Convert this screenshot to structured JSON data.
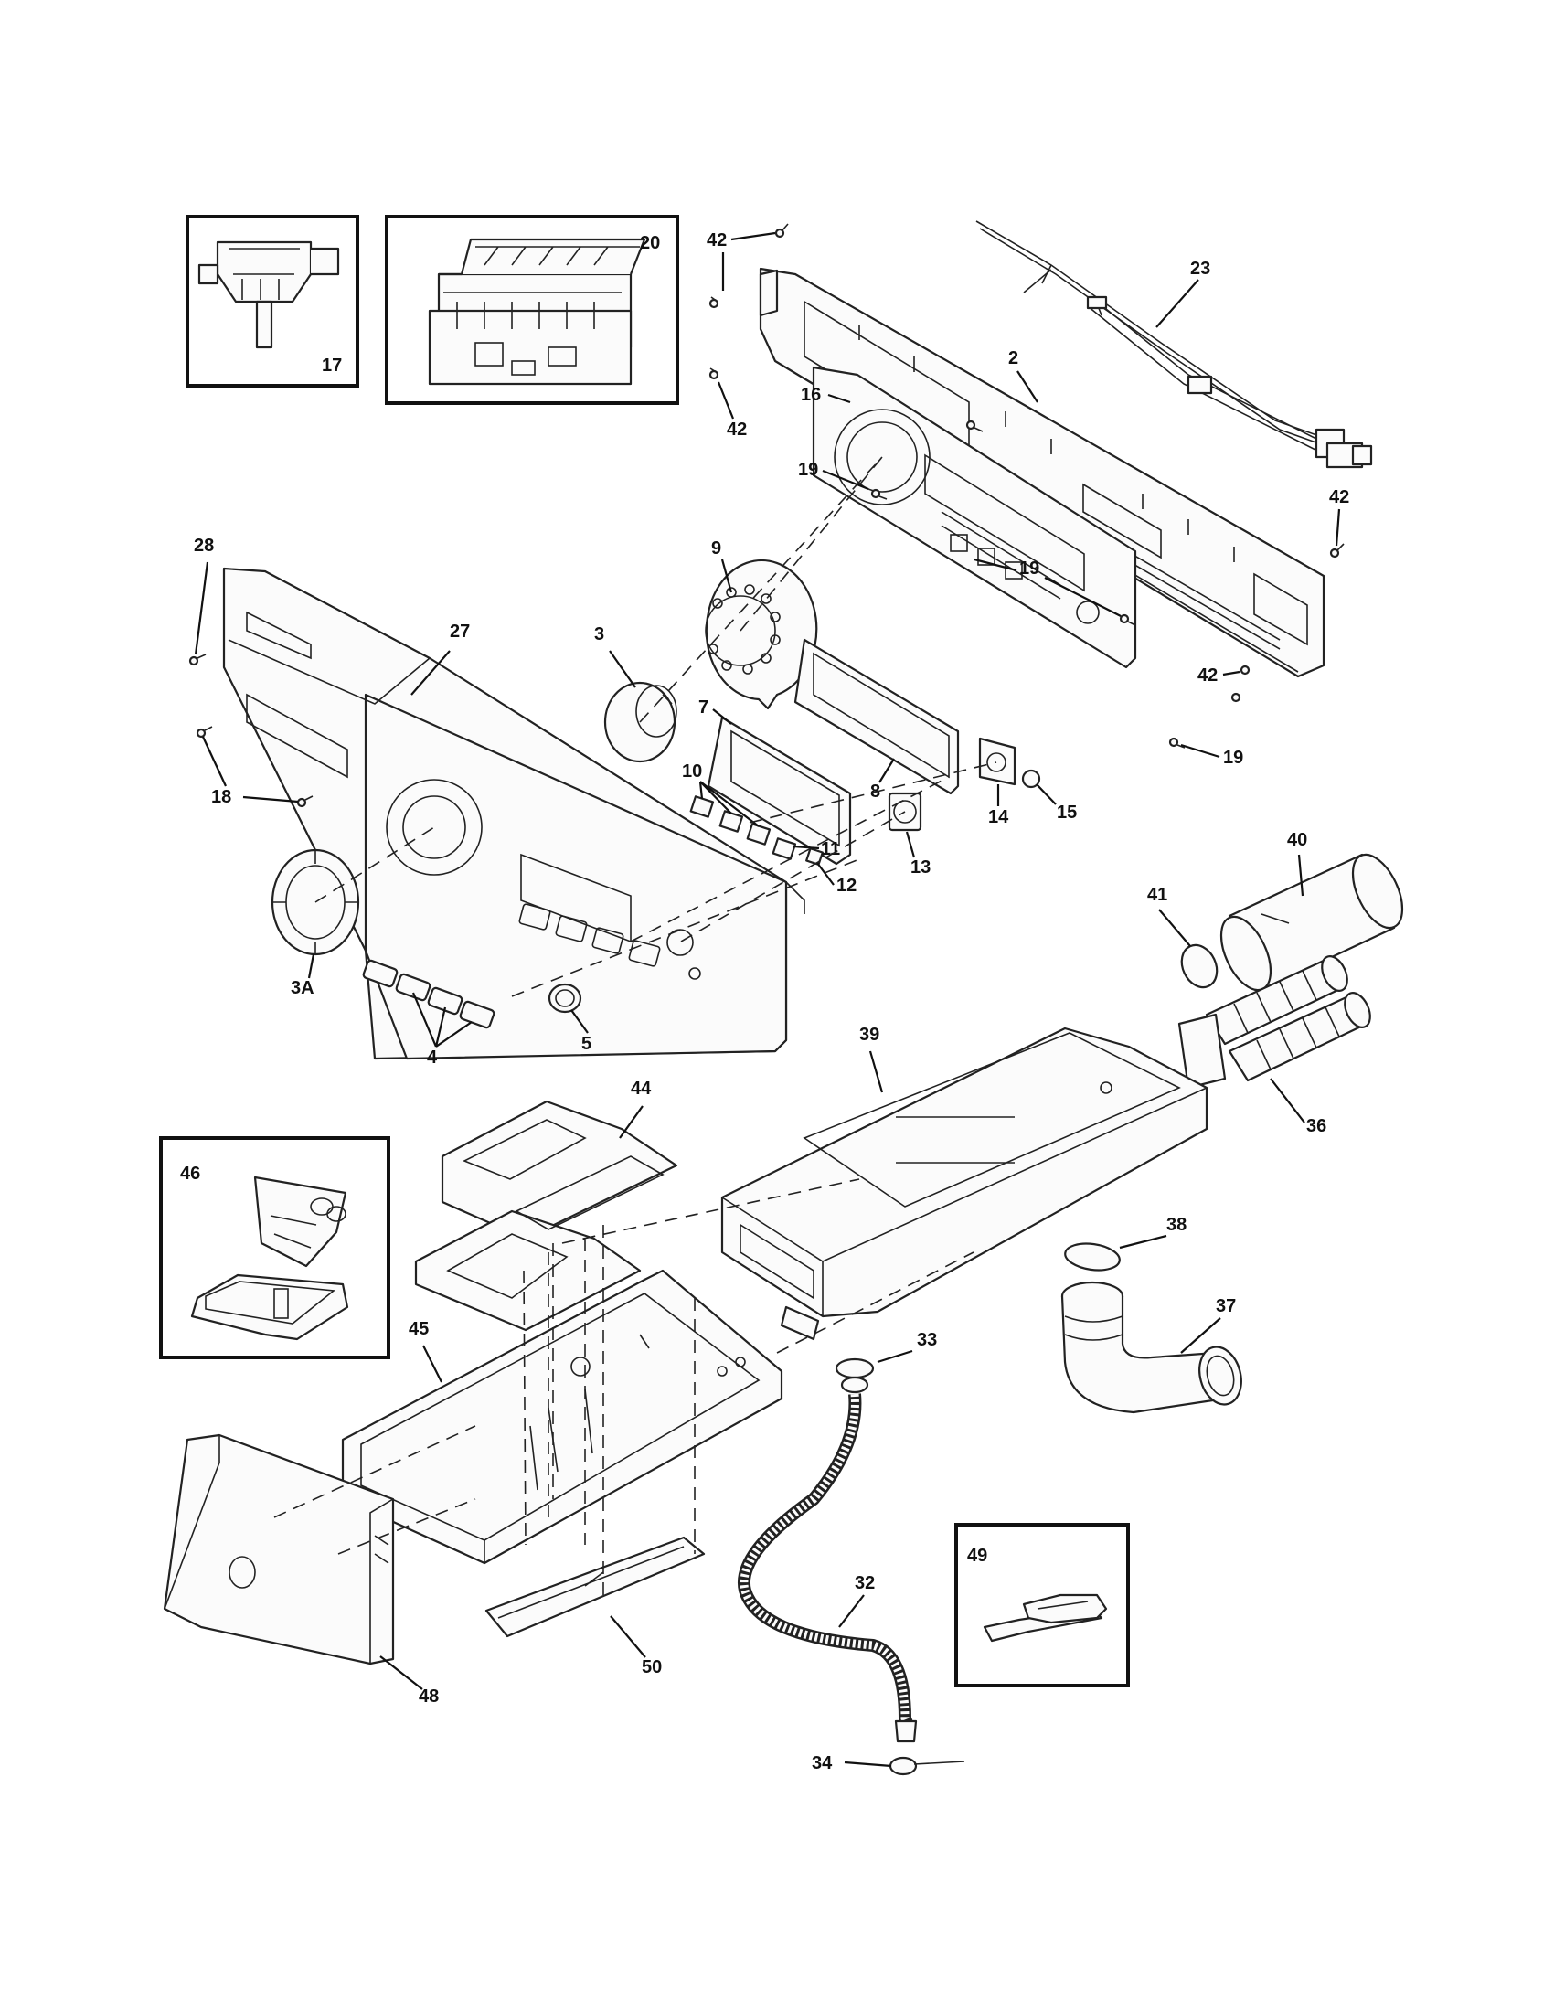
{
  "callouts": {
    "c2": "2",
    "c3": "3",
    "c3a": "3A",
    "c4": "4",
    "c5": "5",
    "c7": "7",
    "c8": "8",
    "c9": "9",
    "c10": "10",
    "c11": "11",
    "c12": "12",
    "c13": "13",
    "c14": "14",
    "c15": "15",
    "c16": "16",
    "c17": "17",
    "c18": "18",
    "c19a": "19",
    "c19b": "19",
    "c19c": "19",
    "c20": "20",
    "c23": "23",
    "c27": "27",
    "c28": "28",
    "c32": "32",
    "c33": "33",
    "c34": "34",
    "c36": "36",
    "c37": "37",
    "c38": "38",
    "c39": "39",
    "c40": "40",
    "c41": "41",
    "c42a": "42",
    "c42b": "42",
    "c42c": "42",
    "c42d": "42",
    "c44": "44",
    "c45": "45",
    "c46": "46",
    "c48": "48",
    "c49": "49",
    "c50": "50"
  },
  "insets": [
    "17",
    "20",
    "46",
    "49"
  ],
  "colors": {
    "line": "#222222",
    "background": "#ffffff"
  }
}
